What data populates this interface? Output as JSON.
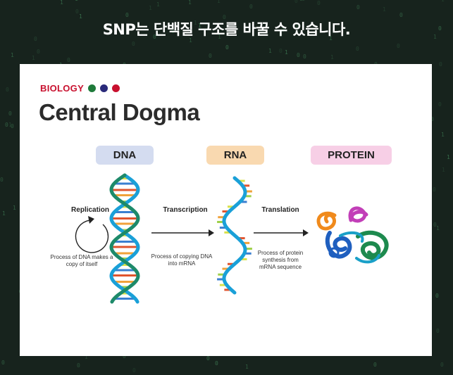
{
  "headline": "SNP는 단백질 구조를 바꿀 수 있습니다.",
  "card": {
    "category": "BIOLOGY",
    "category_dots": [
      "#1e7a3a",
      "#2a2a7a",
      "#c8102e"
    ],
    "title": "Central Dogma",
    "stages": [
      {
        "label": "DNA",
        "color": "#d4dcf0"
      },
      {
        "label": "RNA",
        "color": "#f9d9b0"
      },
      {
        "label": "PROTEIN",
        "color": "#f7cfe6"
      }
    ],
    "processes": {
      "replication": {
        "label": "Replication",
        "description": "Process of DNA makes a copy of itself"
      },
      "transcription": {
        "label": "Transcription",
        "description": "Process of copying DNA into mRNA"
      },
      "translation": {
        "label": "Translation",
        "description": "Process of protein synthesis from mRNA sequence"
      }
    }
  }
}
